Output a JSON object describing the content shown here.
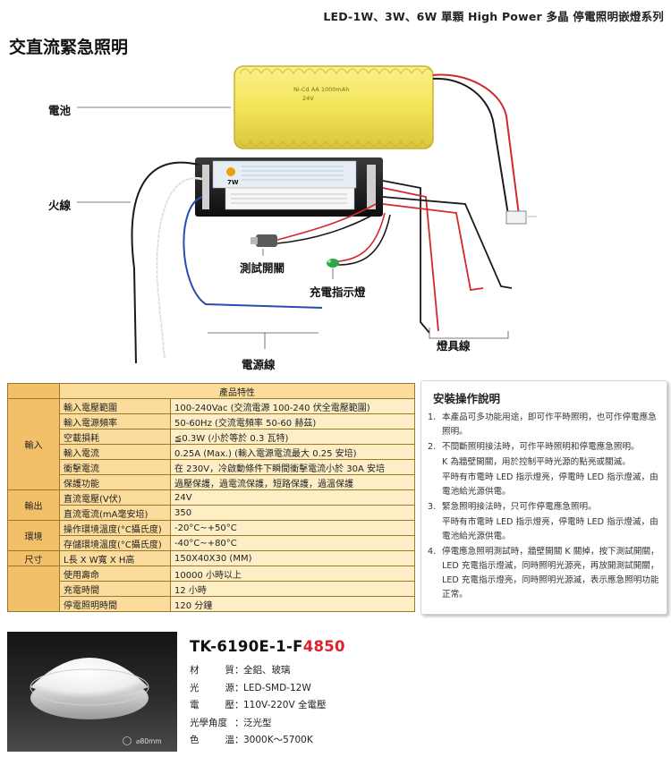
{
  "header": {
    "series_title": "LED-1W、3W、6W 單顆 High Power 多晶 停電照明嵌燈系列",
    "page_title": "交直流緊急照明"
  },
  "diagram": {
    "callouts": {
      "battery": "電池",
      "live_wire": "火線",
      "test_switch": "測試開關",
      "charge_indicator": "充電指示燈",
      "lamp_wire": "燈具線",
      "power_wire": "電源線"
    },
    "battery_label_1": "Ni-Cd AA 1000mAh",
    "battery_label_2": "24V",
    "device_wattage": "7W",
    "colors": {
      "battery": "#f3e45a",
      "device": "#1c1c1c",
      "red_wire": "#d22a2a",
      "blue_wire": "#2a4ab0",
      "led": "#2aa84a"
    }
  },
  "spec_table": {
    "title": "產品特性",
    "groups": {
      "input": "輸入",
      "output": "輸出",
      "environment": "環境",
      "size": "尺寸"
    },
    "rows": [
      {
        "name": "輸入電壓範圍",
        "value": "100-240Vac (交流電源 100-240 伏全電壓範圍)"
      },
      {
        "name": "輸入電源頻率",
        "value": "50-60Hz (交流電頻率 50-60 赫茲)"
      },
      {
        "name": "空載損耗",
        "value": "≦0.3W (小於等於 0.3 瓦特)"
      },
      {
        "name": "輸入電流",
        "value": "0.25A (Max.) (輸入電源電流最大 0.25 安培)"
      },
      {
        "name": "衝擊電流",
        "value": "在 230V，冷啟動條件下瞬間衝擊電流小於 30A 安培"
      },
      {
        "name": "保護功能",
        "value": "過壓保護，過電流保護，短路保護，過溫保護"
      },
      {
        "name": "直流電壓(V伏)",
        "value": "24V"
      },
      {
        "name": "直流電流(mA毫安培)",
        "value": "350"
      },
      {
        "name": "操作環境溫度(°C攝氏度)",
        "value": "-20°C~+50°C"
      },
      {
        "name": "存儲環境溫度(°C攝氏度)",
        "value": "-40°C~+80°C"
      },
      {
        "name": "L長 X W寬 X H高",
        "value": "150X40X30 (MM)"
      },
      {
        "name": "使用壽命",
        "value": "10000 小時以上"
      },
      {
        "name": "充電時間",
        "value": "12 小時"
      },
      {
        "name": "停電照明時間",
        "value": "120 分鐘"
      }
    ]
  },
  "install": {
    "title": "安裝操作說明",
    "steps": [
      {
        "num": "1.",
        "text": "本產品可多功能用途，即可作平時照明，也可作停電應急照明。",
        "subs": []
      },
      {
        "num": "2.",
        "text": "不間斷照明接法時，可作平時照明和停電應急照明。",
        "subs": [
          "K 為牆壁開關，用於控制平時光源的點亮或關滅。",
          "平時有市電時 LED 指示燈亮，停電時 LED 指示燈滅，由電池給光源供電。"
        ]
      },
      {
        "num": "3.",
        "text": "緊急照明接法時，只可作停電應急照明。",
        "subs": [
          "平時有市電時 LED 指示燈亮，停電時 LED 指示燈滅，由電池給光源供電。"
        ]
      },
      {
        "num": "4.",
        "text": "停電應急照明測試時，牆壁開關 K 關掉，按下測試開關，LED 充電指示燈滅，同時照明光源亮，再放開測試開關，LED 充電指示燈亮，同時照明光源滅，表示應急照明功能正常。",
        "subs": []
      }
    ]
  },
  "product": {
    "model_prefix": "TK-6190E-1-F",
    "model_suffix": "4850",
    "photo_note": "⌀80mm",
    "attributes": [
      {
        "key": "材質",
        "value": "全鋁、玻璃"
      },
      {
        "key": "光源",
        "value": "LED-SMD-12W"
      },
      {
        "key": "電壓",
        "value": "110V-220V 全電壓"
      },
      {
        "key": "光學角度",
        "value": "泛光型"
      },
      {
        "key": "色溫",
        "value": "3000K～5700K"
      }
    ]
  }
}
